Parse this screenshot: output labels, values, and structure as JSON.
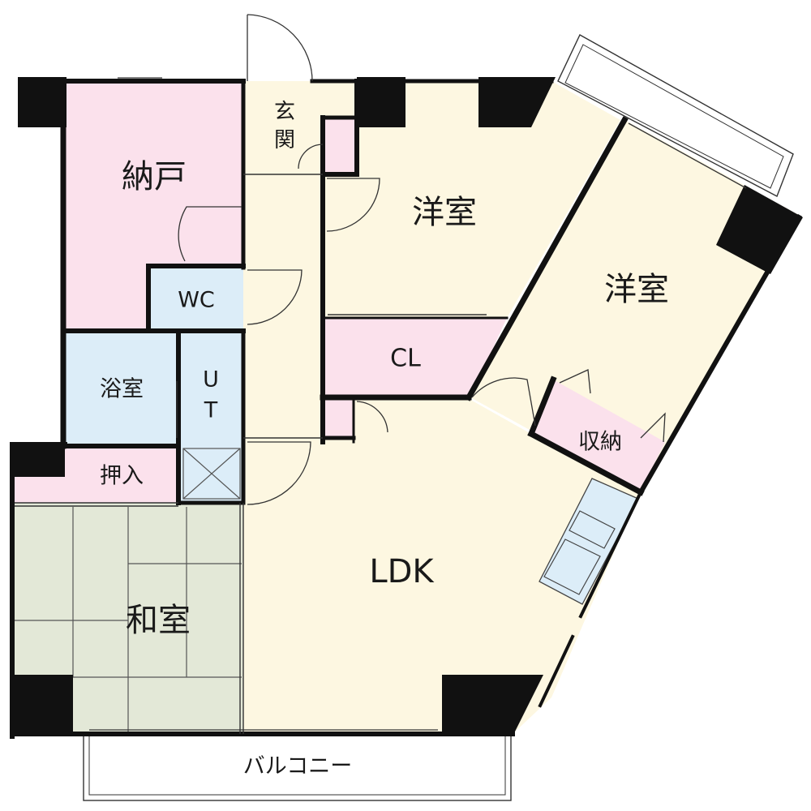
{
  "rooms": {
    "storage_room": "納戸",
    "entrance_line1": "玄",
    "entrance_line2": "関",
    "western_room_1": "洋室",
    "western_room_2": "洋室",
    "toilet": "WC",
    "closet": "CL",
    "bathroom": "浴室",
    "utility_line1": "U",
    "utility_line2": "T",
    "storage_closet": "収納",
    "oshiire": "押入",
    "japanese_room": "和室",
    "living_dining_kitchen": "LDK",
    "balcony": "バルコニー"
  },
  "colors": {
    "storage_pink": "#fbe1ec",
    "floor_cream": "#fdf7e1",
    "wet_blue": "#dcedf8",
    "tatami_green": "#e3e8d7",
    "wall": "#111111",
    "white": "#ffffff"
  }
}
